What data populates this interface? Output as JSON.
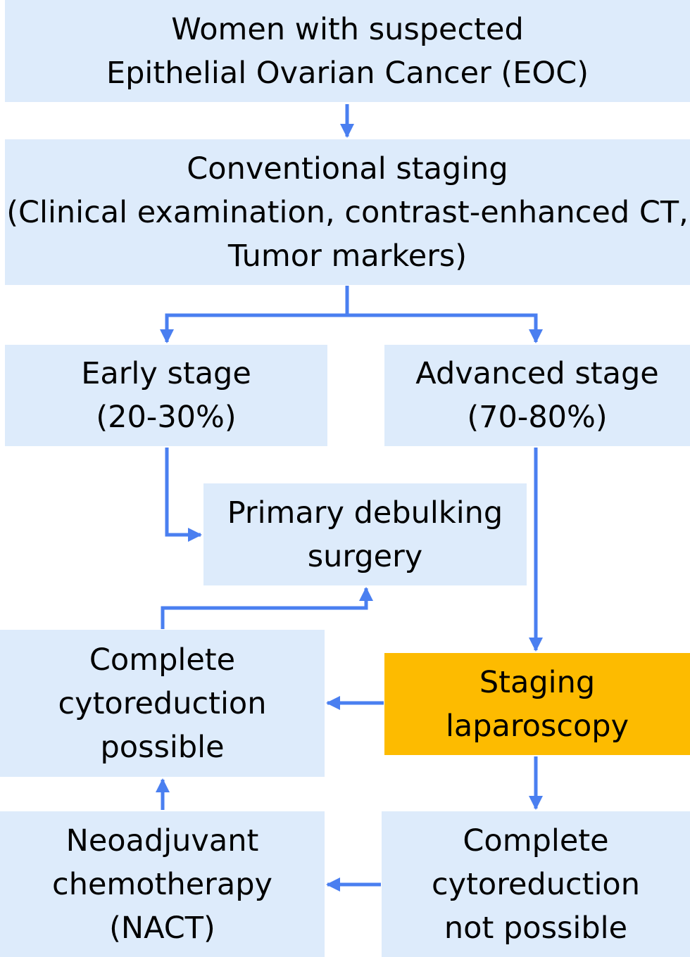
{
  "colors": {
    "box_fill": "#ddebfb",
    "highlight_fill": "#fdbb00",
    "arrow": "#4a7ff0",
    "text": "#000000"
  },
  "boxes": {
    "women": {
      "line1": "Women with suspected",
      "line2": "Epithelial Ovarian Cancer (EOC)"
    },
    "conventional": {
      "line1": "Conventional staging",
      "line2": "(Clinical examination, contrast-enhanced CT,",
      "line3": "Tumor markers)"
    },
    "early": {
      "line1": "Early stage",
      "line2": "(20-30%)"
    },
    "advanced": {
      "line1": "Advanced stage",
      "line2": "(70-80%)"
    },
    "primary": {
      "line1": "Primary debulking",
      "line2": "surgery"
    },
    "complete_possible": {
      "line1": "Complete",
      "line2": "cytoreduction",
      "line3": "possible"
    },
    "staging_lap": {
      "line1": "Staging",
      "line2": "laparoscopy"
    },
    "nact": {
      "line1": "Neoadjuvant",
      "line2": "chemotherapy",
      "line3": "(NACT)"
    },
    "complete_not_possible": {
      "line1": "Complete",
      "line2": "cytoreduction",
      "line3": "not possible"
    }
  }
}
